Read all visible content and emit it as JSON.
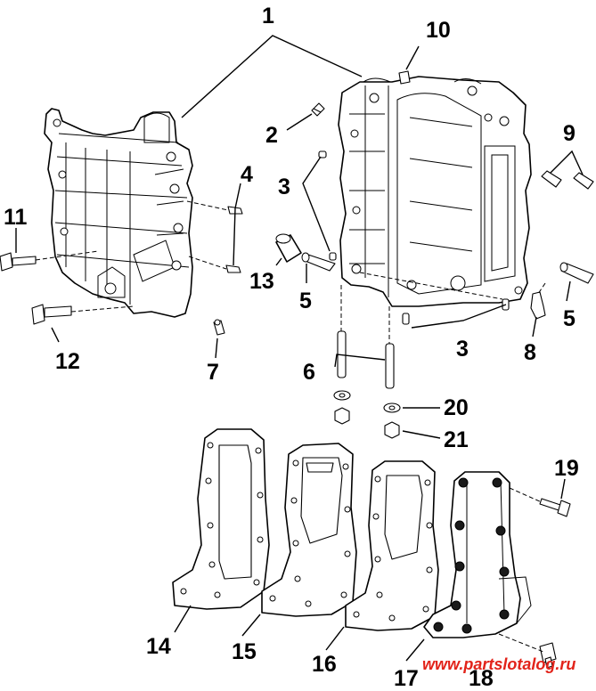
{
  "callouts": {
    "c1": "1",
    "c2": "2",
    "c3a": "3",
    "c3b": "3",
    "c4": "4",
    "c5a": "5",
    "c5b": "5",
    "c6": "6",
    "c7": "7",
    "c8": "8",
    "c9": "9",
    "c10": "10",
    "c11": "11",
    "c12": "12",
    "c13": "13",
    "c14": "14",
    "c15": "15",
    "c16": "16",
    "c17": "17",
    "c18": "18",
    "c19": "19",
    "c20": "20",
    "c21": "21"
  },
  "watermark": "www.partslotalog.ru",
  "colors": {
    "ink": "#000000",
    "watermark": "#e2231a",
    "background": "#ffffff"
  }
}
